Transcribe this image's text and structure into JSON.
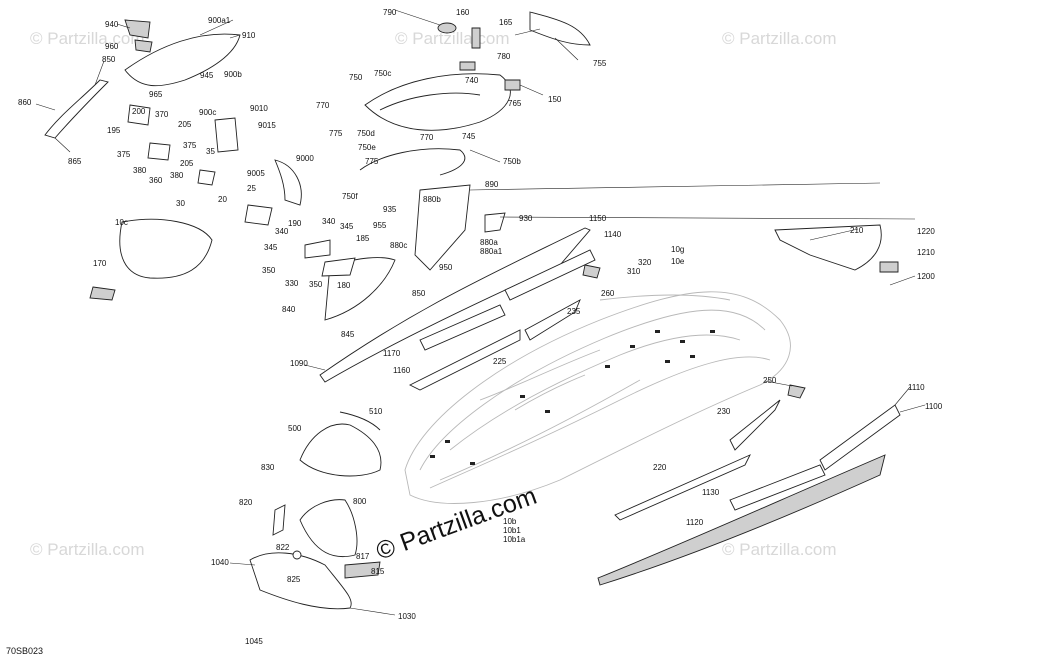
{
  "diagram": {
    "drawing_code": "70SB023",
    "brand_text": "© Partzilla.com",
    "watermark_text": "© Partzilla.com",
    "callouts": {
      "p940": "940",
      "p900a1": "900a1",
      "p910": "910",
      "p960": "960",
      "p850a": "850",
      "p945": "945",
      "p900b": "900b",
      "p965": "965",
      "p860": "860",
      "p900c": "900c",
      "p865": "865",
      "p200": "200",
      "p370": "370",
      "p205a": "205",
      "p195": "195",
      "p375a": "375",
      "p375b": "375",
      "p205b": "205",
      "p380a": "380",
      "p360": "360",
      "p380b": "380",
      "p35": "35",
      "p30": "30",
      "p9010": "9010",
      "p9015": "9015",
      "p9000": "9000",
      "p9005": "9005",
      "p25": "25",
      "p20": "20",
      "p10c": "10c",
      "p170": "170",
      "p790": "790",
      "p160": "160",
      "p165": "165",
      "p755": "755",
      "p750c": "750c",
      "p750": "750",
      "p780": "780",
      "p740": "740",
      "p150": "150",
      "p770a": "770",
      "p765": "765",
      "p775a": "775",
      "p750d": "750d",
      "p770b": "770",
      "p745": "745",
      "p750e": "750e",
      "p775b": "775",
      "p750b": "750b",
      "p750f": "750f",
      "p890": "890",
      "p880b": "880b",
      "p935": "935",
      "p930": "930",
      "p955": "955",
      "p880c": "880c",
      "p880a": "880a",
      "p880a1": "880a1",
      "p950": "950",
      "p340a": "340",
      "p345a": "345",
      "p190": "190",
      "p340b": "340",
      "p345b": "345",
      "p185": "185",
      "p350a": "350",
      "p330": "330",
      "p350b": "350",
      "p180": "180",
      "p850b": "850",
      "p840": "840",
      "p845": "845",
      "p1150": "1150",
      "p1140": "1140",
      "p320": "320",
      "p310": "310",
      "p10g": "10g",
      "p10e": "10e",
      "p260": "260",
      "p210": "210",
      "p1220": "1220",
      "p1210": "1210",
      "p1200": "1200",
      "p235": "235",
      "p1170": "1170",
      "p1160": "1160",
      "p225": "225",
      "p1090": "1090",
      "p250": "250",
      "p1110": "1110",
      "p1100": "1100",
      "p230": "230",
      "p510": "510",
      "p500": "500",
      "p220": "220",
      "p830": "830",
      "p1130": "1130",
      "p1120": "1120",
      "p820": "820",
      "p800": "800",
      "p10b": "10b",
      "p10b1": "10b1",
      "p10b1a": "10b1a",
      "p822": "822",
      "p1040": "1040",
      "p825": "825",
      "p817": "817",
      "p815": "815",
      "p1030": "1030",
      "p1045": "1045"
    }
  }
}
